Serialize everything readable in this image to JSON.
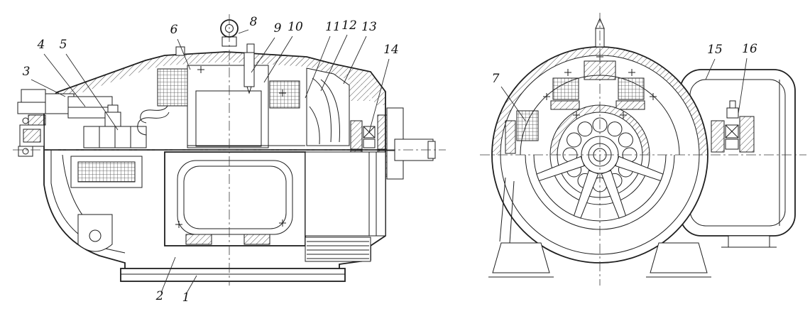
{
  "drawing": {
    "callouts": [
      {
        "label": "1"
      },
      {
        "label": "2"
      },
      {
        "label": "3"
      },
      {
        "label": "4"
      },
      {
        "label": "5"
      },
      {
        "label": "6"
      },
      {
        "label": "7"
      },
      {
        "label": "8"
      },
      {
        "label": "9"
      },
      {
        "label": "10"
      },
      {
        "label": "11"
      },
      {
        "label": "12"
      },
      {
        "label": "13"
      },
      {
        "label": "14"
      },
      {
        "label": "15"
      },
      {
        "label": "16"
      }
    ]
  },
  "colors": {
    "line": "#1f1f1f",
    "background": "#ffffff"
  }
}
